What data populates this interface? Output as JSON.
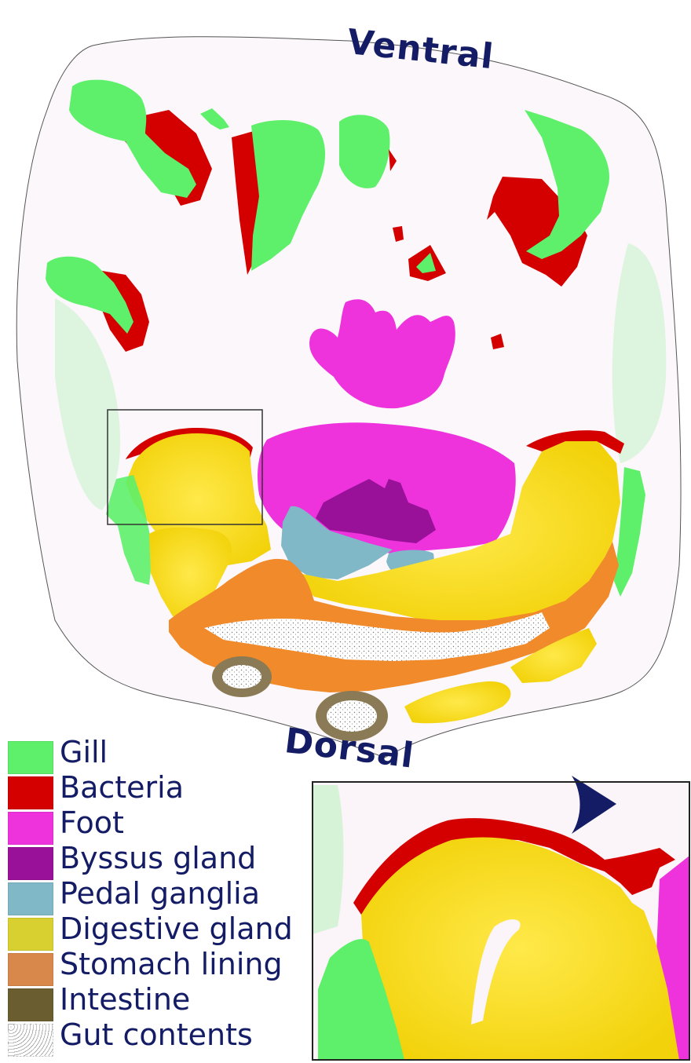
{
  "orientation": {
    "top": "Ventral",
    "bottom": "Dorsal"
  },
  "legend": [
    {
      "label": "Gill",
      "color": "#5ef06a"
    },
    {
      "label": "Bacteria",
      "color": "#d40000"
    },
    {
      "label": "Foot",
      "color": "#ee33dd"
    },
    {
      "label": "Byssus gland",
      "color": "#991199"
    },
    {
      "label": "Pedal ganglia",
      "color": "#80b8c8"
    },
    {
      "label": "Digestive gland",
      "color": "#d8d030"
    },
    {
      "label": "Stomach lining",
      "color": "#d8884a"
    },
    {
      "label": "Intestine",
      "color": "#6a5e30"
    },
    {
      "label": "Gut contents",
      "color": "#ffffff"
    }
  ],
  "colors": {
    "text": "#141c66",
    "gill": "#5ef06a",
    "bacteria": "#d40000",
    "foot": "#ee33dd",
    "byssus": "#991199",
    "pedal": "#80b8c8",
    "digestive": "#f5dc10",
    "stomach": "#f08a2a",
    "intestine": "#8a7a55",
    "arrowhead": "#141c66"
  }
}
